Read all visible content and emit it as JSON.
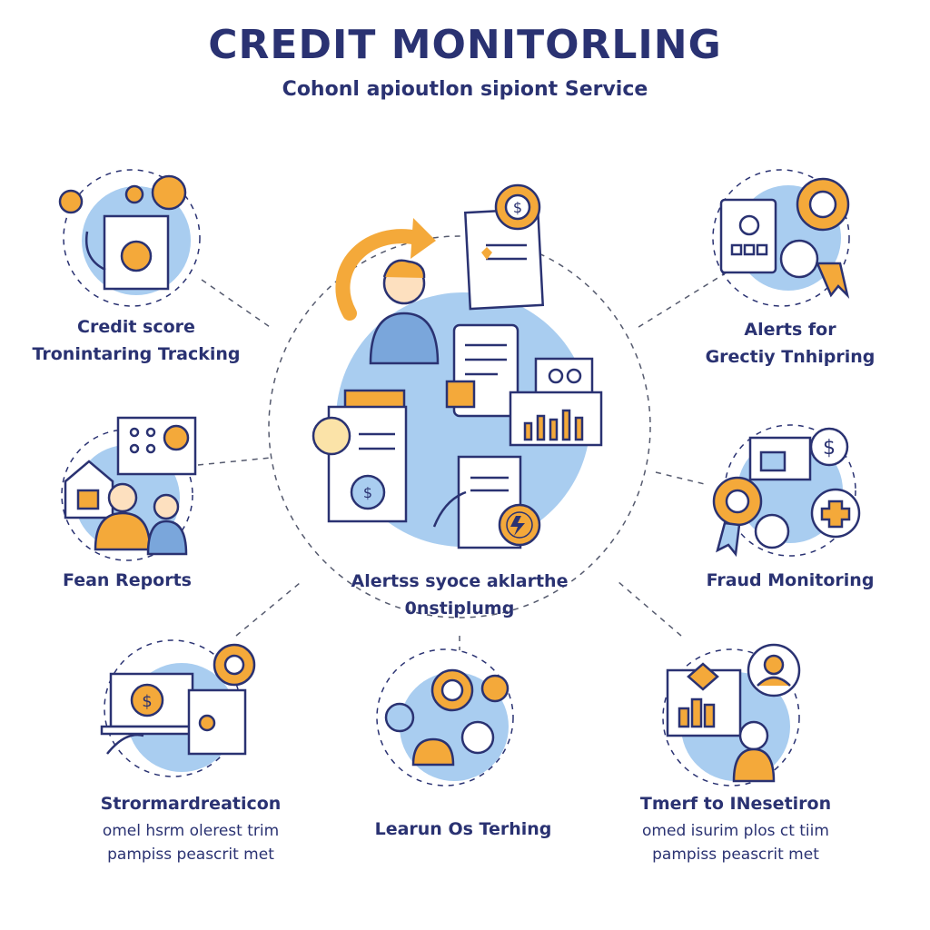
{
  "header": {
    "title": "CREDIT MONITORLING",
    "subtitle": "Cohonl apioutlon sipiont Service"
  },
  "center": {
    "label_line1": "Alertss syoce aklarthe",
    "label_line2": "0nstiplumg"
  },
  "nodes": [
    {
      "id": "credit-score",
      "line1": "Credit score",
      "line2": "Tronintaring Tracking"
    },
    {
      "id": "alerts-for",
      "line1": "Alerts for",
      "line2": "Grectiy Tnhipring"
    },
    {
      "id": "fean-reports",
      "line1": "Fean Reports"
    },
    {
      "id": "fraud-monitoring",
      "line1": "Fraud Monitoring"
    },
    {
      "id": "stronardreation",
      "line1": "Strormardreaticon",
      "desc1": "omel hsrm olerest trim",
      "desc2": "pampiss peascrit met"
    },
    {
      "id": "learun",
      "line1": "Learun Os Terhing"
    },
    {
      "id": "tmerf",
      "line1": "Tmerf to INesetiron",
      "desc1": "omed isurim plos ct tiim",
      "desc2": "pampiss peascrit met"
    }
  ],
  "colors": {
    "navy": "#2a3272",
    "blue_fill": "#a9cdf0",
    "orange": "#f4a93a",
    "line": "#555a6e"
  }
}
